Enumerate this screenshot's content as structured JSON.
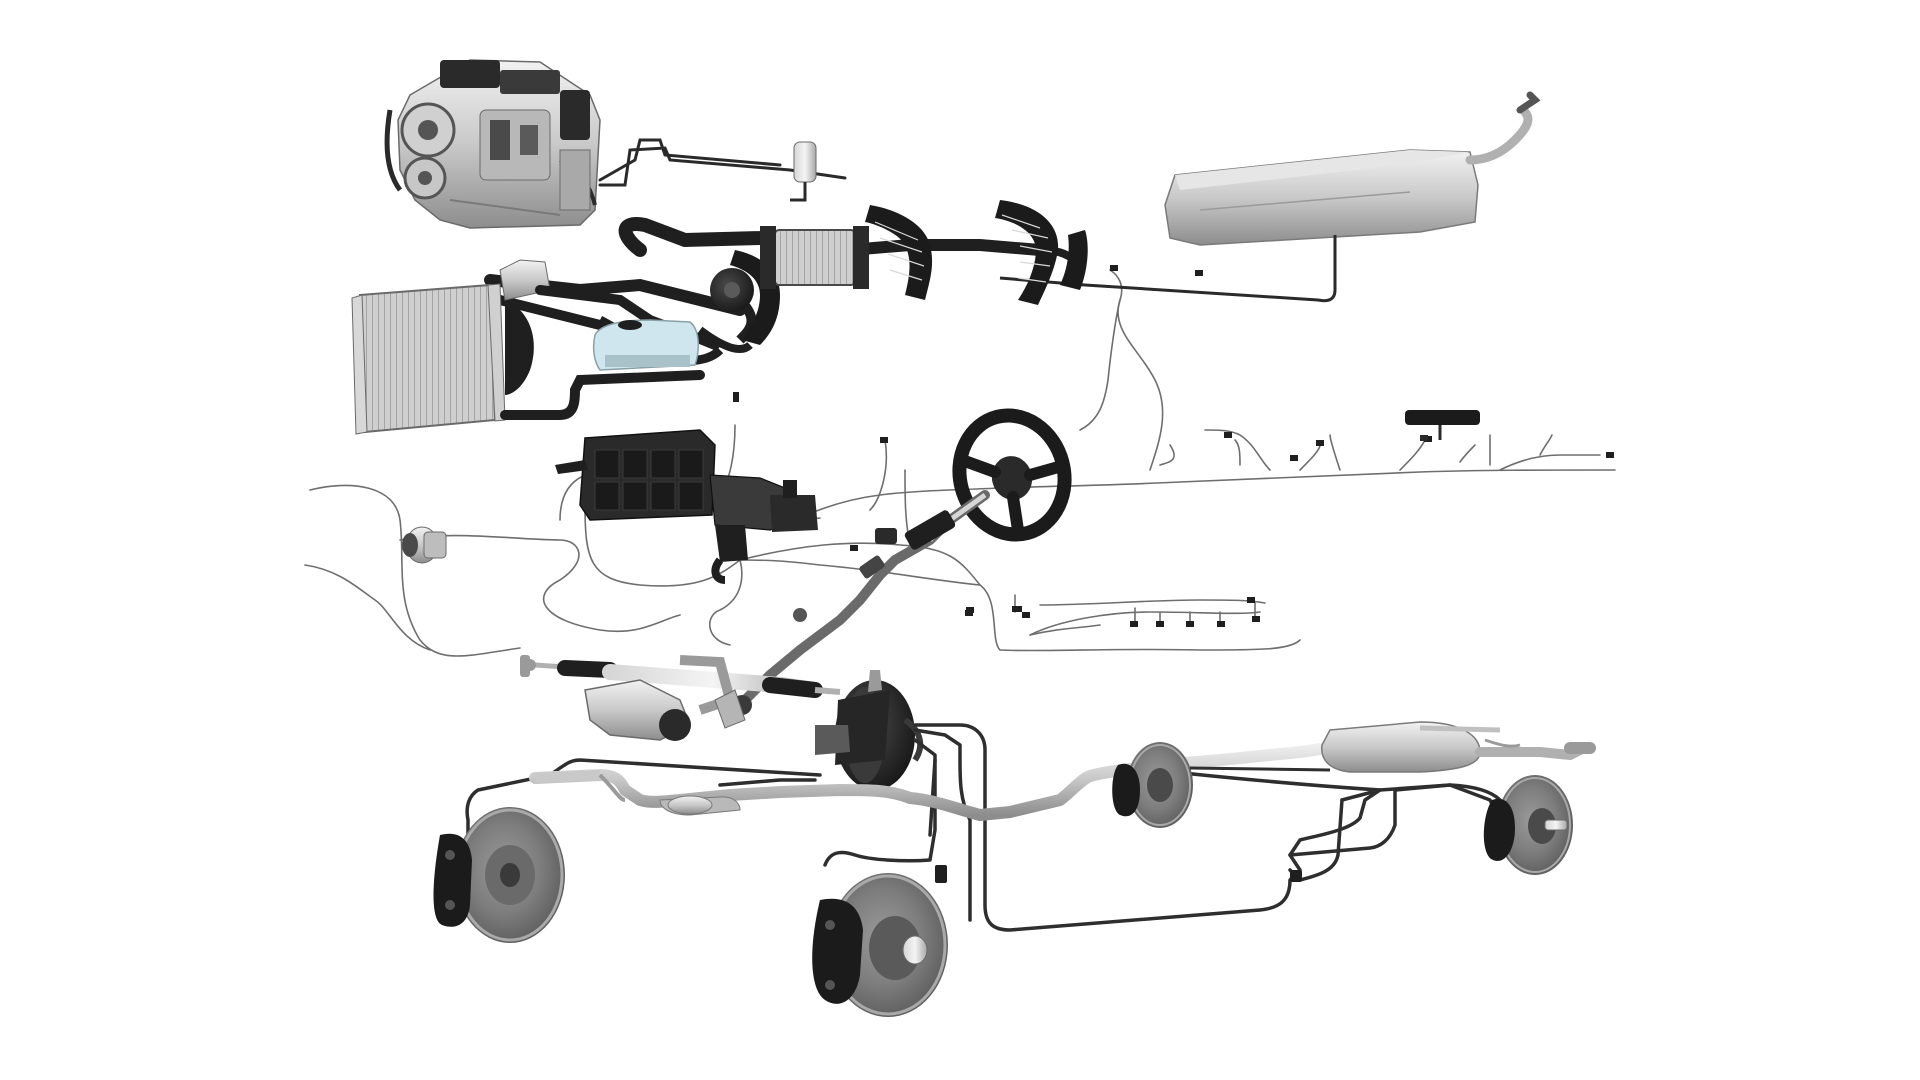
{
  "scene": {
    "kind": "exploded-view render of vehicle chassis components",
    "background_color": "#ffffff",
    "palette": {
      "dark_part": "#1b1b1b",
      "mid_part": "#3a3a3a",
      "metal": "#b9b9b9",
      "metal_light": "#dedede",
      "metal_dark": "#7c7c7c",
      "line": "#2a2a2a",
      "thin_wire": "#6e6e6e",
      "coolant": "#cfe6ee"
    },
    "components": [
      "engine",
      "fuel-tank",
      "radiator",
      "coolant-reservoir",
      "intake-ducts",
      "hvac-unit",
      "steering-wheel",
      "steering-column",
      "steering-rack",
      "brake-booster",
      "exhaust-system",
      "front-left-brake",
      "front-right-brake",
      "rear-left-brake",
      "rear-right-brake",
      "wiring-harness",
      "brake-lines",
      "fuel-line"
    ]
  }
}
